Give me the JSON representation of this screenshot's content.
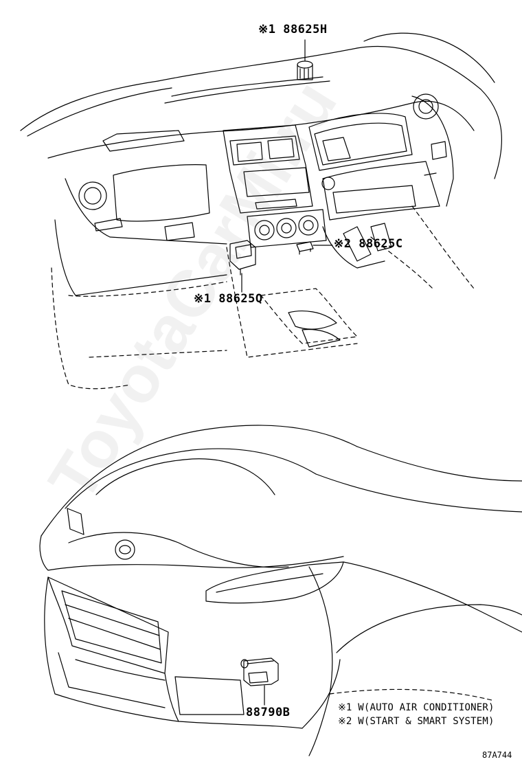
{
  "labels": {
    "part_top": "※1 88625H",
    "part_right": "※2 88625C",
    "part_left": "※1 88625Q",
    "part_bottom": "88790B"
  },
  "notes": [
    "※1 W(AUTO AIR CONDITIONER)",
    "※2 W(START & SMART SYSTEM)"
  ],
  "figure_id": "87A744",
  "watermark": "ToyotaCarMi.ru",
  "colors": {
    "line": "#000000",
    "background": "#ffffff",
    "watermark": "#787878"
  }
}
